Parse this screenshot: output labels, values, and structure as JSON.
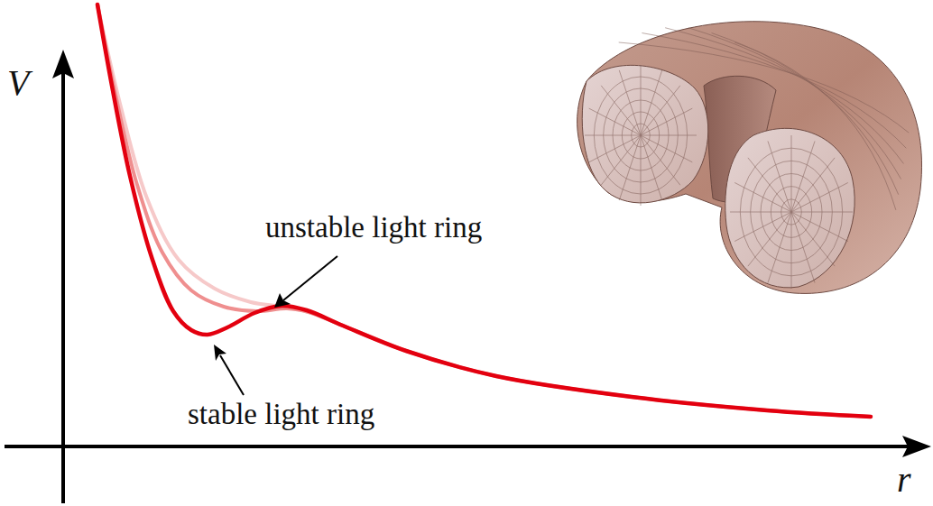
{
  "diagram": {
    "labels": [
      "V",
      "r",
      "unstable light ring",
      "stable light ring"
    ]
  }
}
